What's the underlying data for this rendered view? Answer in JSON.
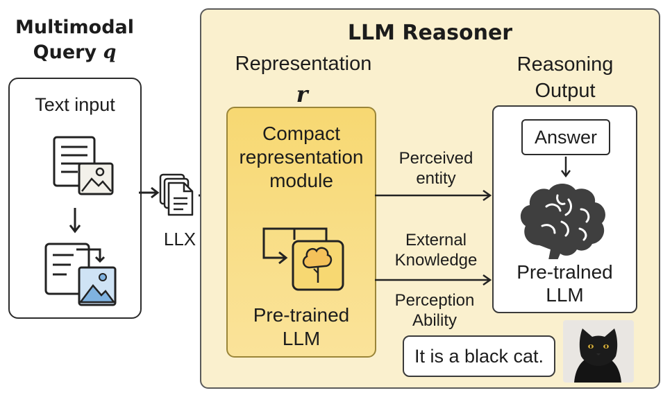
{
  "query": {
    "title_line1": "Multimodal",
    "title_line2": "Query",
    "title_var": "q",
    "text_input_label": "Text input"
  },
  "llx_label": "LLX",
  "reasoner": {
    "title": "LLM Reasoner",
    "representation_title": "Representation",
    "representation_var": "r",
    "compact_line1": "Compact",
    "compact_line2": "representation",
    "compact_line3": "module",
    "pretrained_line1": "Pre-trained",
    "pretrained_line2": "LLM",
    "reasoning_line1": "Reasoning",
    "reasoning_line2": "Output",
    "answer_label": "Answer",
    "pretralned_line1": "Pre-tralned",
    "pretralned_line2": "LLM",
    "edge_perceived_line1": "Perceived",
    "edge_perceived_line2": "entity",
    "edge_external_line1": "External",
    "edge_external_line2": "Knowledge",
    "edge_perception_line1": "Perception",
    "edge_perception_line2": "Ability",
    "cat_caption": "It is a black cat."
  },
  "icons": [
    "document-image-icon",
    "document-swap-icon",
    "stacked-documents-icon",
    "cycle-tree-icon",
    "brain-icon",
    "black-cat-photo"
  ],
  "colors": {
    "reasoner_bg": "#faf0ce",
    "compact_bg": "#f7d872",
    "image_accent": "#7fb2e0"
  }
}
